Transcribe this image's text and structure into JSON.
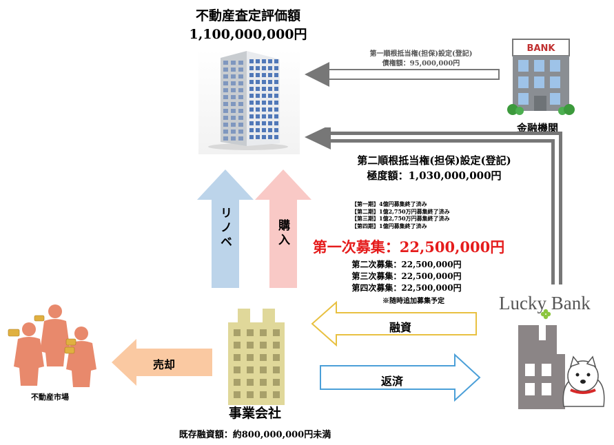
{
  "appraisal": {
    "title": "不動産査定評価額",
    "amount": "1,100,000,000円"
  },
  "first_lien": {
    "line1": "第一順根抵当権(担保)設定(登記)",
    "line2": "債権額：95,000,000円"
  },
  "bank": {
    "label": "金融機関",
    "sign": "BANK"
  },
  "second_lien": {
    "line1": "第二順根抵当権(担保)設定(登記)",
    "line2": "極度額：1,030,000,000円"
  },
  "phases": [
    "【第一期】4億円募集終了済み",
    "【第二期】1億2,750万円募集終了済み",
    "【第三期】1億2,750万円募集終了済み",
    "【第四期】1億円募集終了済み"
  ],
  "rounds": {
    "first": "第一次募集：22,500,000円",
    "second": "第二次募集：22,500,000円",
    "third": "第三次募集：22,500,000円",
    "fourth": "第四次募集：22,500,000円",
    "note": "※随時追加募集予定"
  },
  "arrows": {
    "renovation": "リノベ",
    "purchase": "購入",
    "financing": "融資",
    "repayment": "返済",
    "sale": "売却"
  },
  "market": {
    "label": "不動産市場"
  },
  "company": {
    "label": "事業会社",
    "existing": "既存融資額：約800,000,000円未満"
  },
  "lender": {
    "name": "Lucky Bank"
  },
  "colors": {
    "highlight": "#e51c1c",
    "blue_arrow": "#bcd4ea",
    "pink_arrow": "#f9c9c6",
    "orange_arrow": "#fac9a2",
    "building": "#e0d89a",
    "people": "#e8896c"
  }
}
